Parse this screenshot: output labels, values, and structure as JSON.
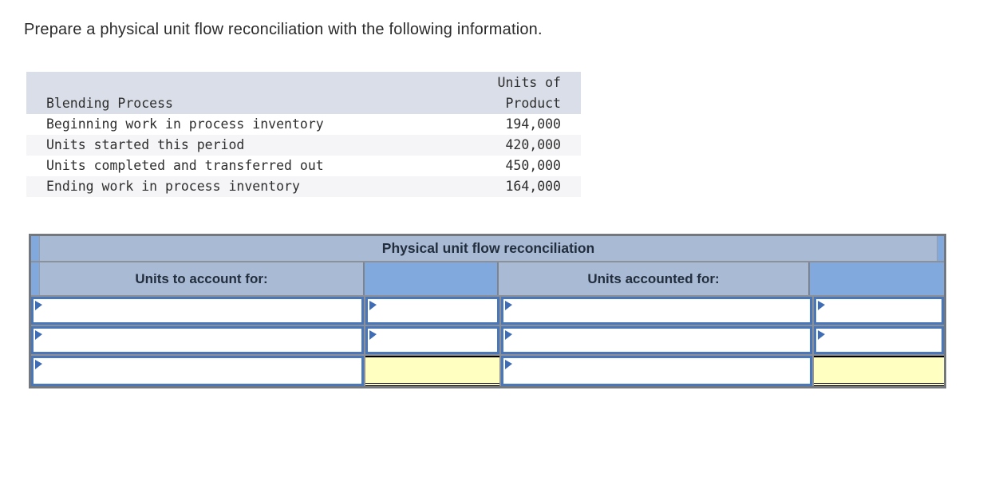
{
  "page": {
    "prompt": "Prepare a physical unit flow reconciliation with the following information."
  },
  "info_table": {
    "title": "Blending Process",
    "value_header": "Units of\nProduct",
    "rows": [
      {
        "label": "Beginning work in process inventory",
        "value": "194,000"
      },
      {
        "label": "Units started this period",
        "value": "420,000"
      },
      {
        "label": "Units completed and transferred out",
        "value": "450,000"
      },
      {
        "label": "Ending work in process inventory",
        "value": "164,000"
      }
    ]
  },
  "recon_table": {
    "title": "Physical unit flow reconciliation",
    "left_header": "Units to account for:",
    "right_header": "Units accounted for:",
    "input_rows": [
      {
        "left_label": "",
        "left_value": "",
        "right_label": "",
        "right_value": ""
      },
      {
        "left_label": "",
        "left_value": "",
        "right_label": "",
        "right_value": ""
      },
      {
        "left_label": "",
        "left_total": "",
        "right_label": "",
        "right_total": ""
      }
    ]
  },
  "colors": {
    "header_blue_gray": "#a9bbd4",
    "input_header_blue": "#82a9de",
    "cell_border_blue": "#4a77b8",
    "total_highlight_yellow": "#ffffc2",
    "info_header_bg": "#d9dee8"
  }
}
